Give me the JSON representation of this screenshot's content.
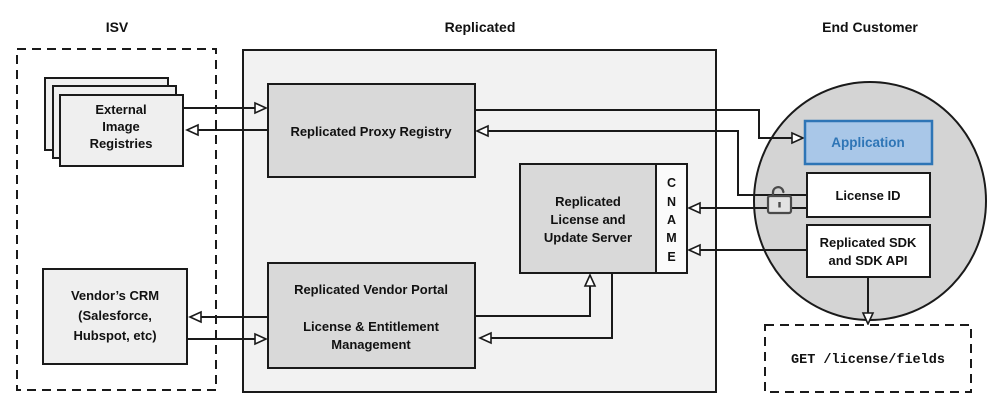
{
  "diagram": {
    "sections": {
      "isv": "ISV",
      "replicated": "Replicated",
      "end_customer": "End Customer"
    },
    "nodes": {
      "external_registries": {
        "line1": "External",
        "line2": "Image",
        "line3": "Registries"
      },
      "vendor_crm": {
        "line1": "Vendor’s CRM",
        "line2": "(Salesforce,",
        "line3": "Hubspot, etc)"
      },
      "proxy_registry": {
        "label": "Replicated Proxy Registry"
      },
      "license_update_server": {
        "line1": "Replicated",
        "line2": "License and",
        "line3": "Update Server"
      },
      "cname": {
        "c1": "C",
        "c2": "N",
        "c3": "A",
        "c4": "M",
        "c5": "E"
      },
      "vendor_portal": {
        "line1": "Replicated Vendor Portal",
        "line2": "License & Entitlement",
        "line3": "Management"
      },
      "application": {
        "label": "Application"
      },
      "license_id": {
        "label": "License ID"
      },
      "sdk": {
        "line1": "Replicated SDK",
        "line2": "and SDK API"
      },
      "api_endpoint": {
        "label": "GET /license/fields"
      }
    },
    "icons": {
      "unlock": "open-padlock"
    },
    "colors": {
      "container_fill": "#f2f2f2",
      "gray_node_fill": "#d9d9d9",
      "light_node_fill": "#efefef",
      "circle_fill": "#d4d4d4",
      "application_fill": "#a9c7e8",
      "application_accent": "#2e75b6",
      "line": "#1a1a1a",
      "lock": "#4a4a4a"
    }
  }
}
